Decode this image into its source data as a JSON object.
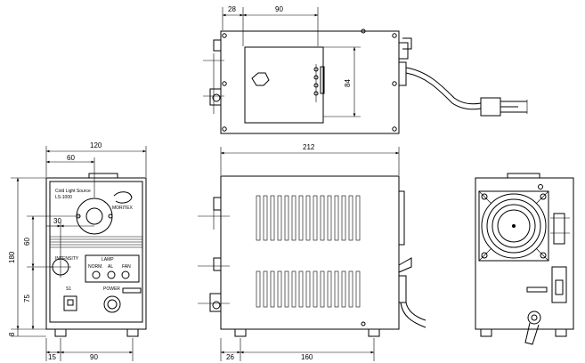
{
  "dimensions": {
    "top_offset": "28",
    "top_width": "90",
    "top_height": "84",
    "side_width": "212",
    "side_offset": "26",
    "side_span": "160",
    "front_width": "120",
    "front_half": "60",
    "front_left": "15",
    "front_span": "90",
    "front_height": "180",
    "front_upper": "60",
    "front_inner": "30",
    "front_mid": "75",
    "front_foot": "8"
  },
  "labels": {
    "brand_line1": "Cold Light Source",
    "brand_line2": "LS-1000",
    "brand_logo": "MORITEX",
    "knob_label": "INTENSITY",
    "lamp_label": "LAMP",
    "ind_labels": [
      "NORM.",
      "AL",
      "FAN"
    ],
    "switch_label": "S1",
    "fuse_label": "POWER"
  },
  "colors": {
    "line": "#000000",
    "background": "#ffffff"
  }
}
